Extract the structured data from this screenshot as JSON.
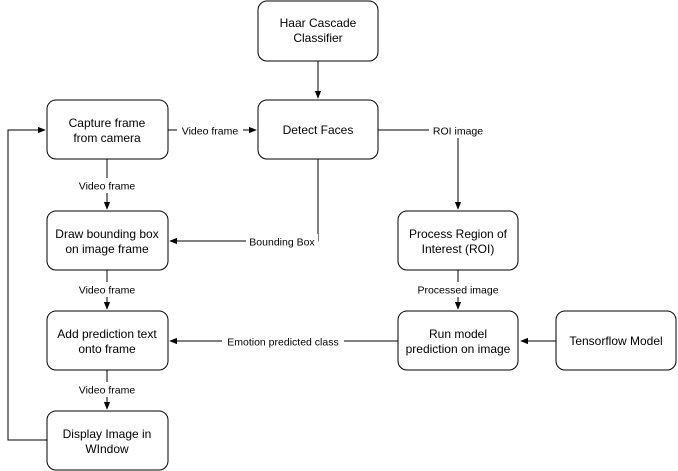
{
  "nodes": {
    "haar": [
      "Haar Cascade",
      "Classifier"
    ],
    "capture": [
      "Capture frame",
      "from camera"
    ],
    "detect": [
      "Detect Faces"
    ],
    "draw": [
      "Draw bounding box",
      "on image frame"
    ],
    "process": [
      "Process Region of",
      "Interest (ROI)"
    ],
    "add": [
      "Add prediction text",
      "onto frame"
    ],
    "run": [
      "Run model",
      "prediction on image"
    ],
    "tensorflow": [
      "Tensorflow Model"
    ],
    "display": [
      "Display Image in",
      "WIndow"
    ]
  },
  "edges": {
    "capture_detect": "Video frame",
    "detect_process": "ROI image",
    "capture_draw": "Video frame",
    "detect_draw": "Bounding Box",
    "draw_add": "Video frame",
    "process_run": "Processed image",
    "run_add": "Emotion predicted class",
    "add_display": "Video frame"
  },
  "colors": {
    "stroke": "#000000",
    "fill": "#ffffff"
  }
}
